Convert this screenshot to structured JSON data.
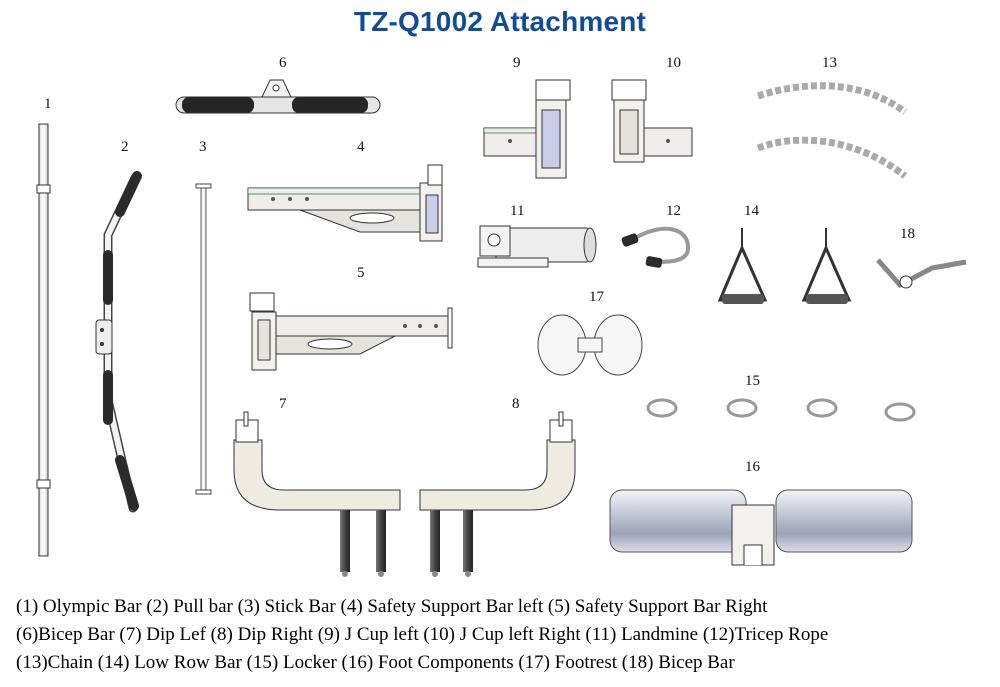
{
  "title": "TZ-Q1002 Attachment",
  "item_numbers": {
    "n1": "1",
    "n2": "2",
    "n3": "3",
    "n4": "4",
    "n5": "5",
    "n6": "6",
    "n7": "7",
    "n8": "8",
    "n9": "9",
    "n10": "10",
    "n11": "11",
    "n12": "12",
    "n13": "13",
    "n14": "14",
    "n15": "15",
    "n16": "16",
    "n17": "17",
    "n18": "18"
  },
  "caption": {
    "line1": "(1) Olympic Bar  (2) Pull bar  (3) Stick Bar  (4) Safety Support Bar left  (5) Safety Support Bar Right",
    "line2": "(6)Bicep Bar  (7) Dip Lef  (8) Dip Right  (9) J Cup left  (10) J Cup left Right (11) Landmine (12)Tricep Rope",
    "line3": "(13)Chain (14) Low Row Bar  (15) Locker (16) Foot Components (17) Footrest  (18) Bicep Bar"
  },
  "colors": {
    "title": "#0f4c9c",
    "metal": "#e8e4dc",
    "outline": "#333333",
    "grip": "#2b2b2b",
    "accent_blue": "#c9cde8"
  }
}
